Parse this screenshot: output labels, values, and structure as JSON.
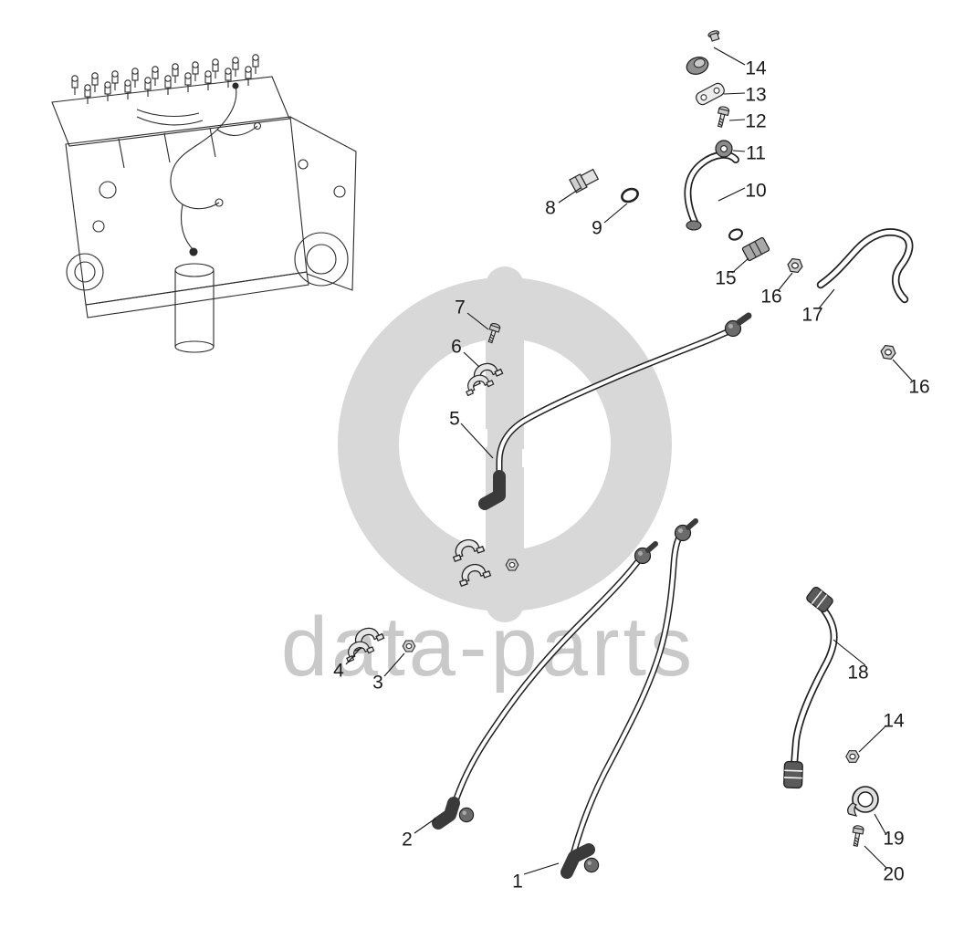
{
  "watermark": {
    "text": "data-parts",
    "color": "#c9c9c9",
    "logo_color": "#d8d8d8"
  },
  "callouts": [
    {
      "label": "14"
    },
    {
      "label": "13"
    },
    {
      "label": "12"
    },
    {
      "label": "11"
    },
    {
      "label": "10"
    },
    {
      "label": "8"
    },
    {
      "label": "9"
    },
    {
      "label": "15"
    },
    {
      "label": "16"
    },
    {
      "label": "17"
    },
    {
      "label": "16"
    },
    {
      "label": "7"
    },
    {
      "label": "6"
    },
    {
      "label": "5"
    },
    {
      "label": "4"
    },
    {
      "label": "3"
    },
    {
      "label": "2"
    },
    {
      "label": "1"
    },
    {
      "label": "18"
    },
    {
      "label": "14"
    },
    {
      "label": "19"
    },
    {
      "label": "20"
    }
  ]
}
